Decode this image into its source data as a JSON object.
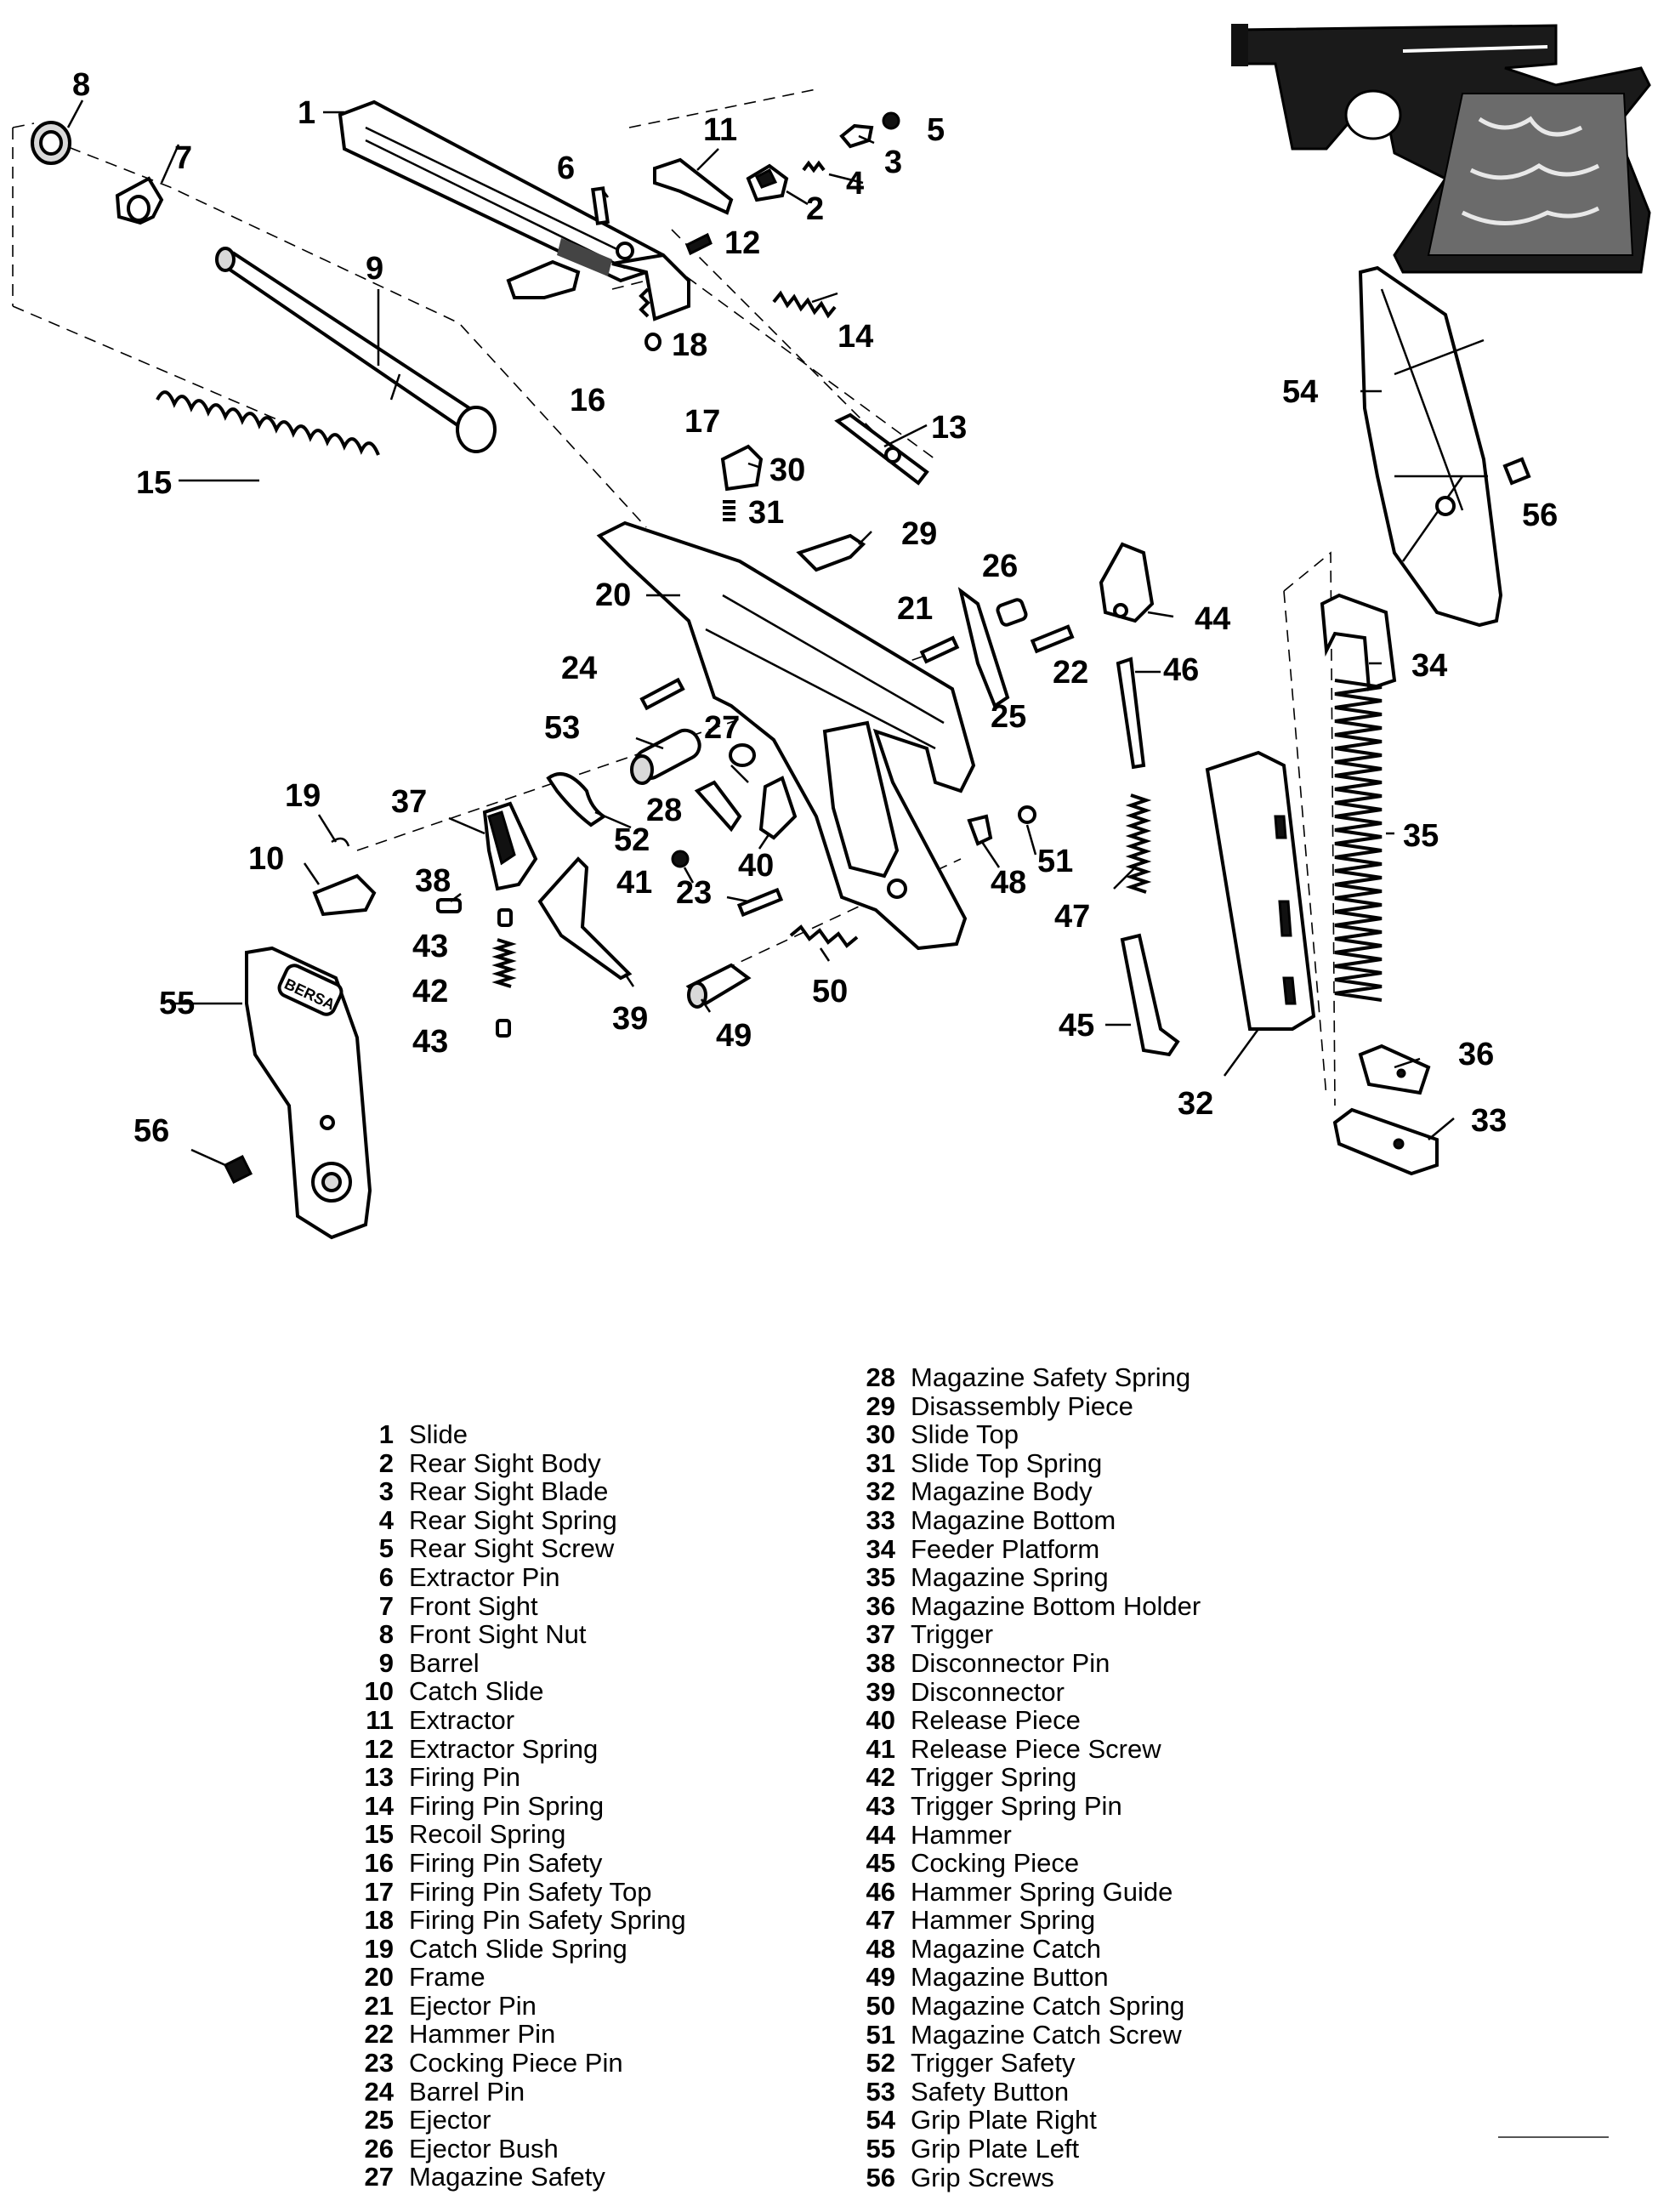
{
  "callouts": [
    "1",
    "2",
    "3",
    "4",
    "5",
    "6",
    "7",
    "8",
    "9",
    "10",
    "11",
    "12",
    "13",
    "14",
    "15",
    "16",
    "17",
    "18",
    "19",
    "20",
    "21",
    "22",
    "23",
    "24",
    "25",
    "26",
    "27",
    "28",
    "29",
    "30",
    "31",
    "32",
    "33",
    "34",
    "35",
    "36",
    "37",
    "38",
    "39",
    "40",
    "41",
    "42",
    "43",
    "43",
    "44",
    "45",
    "46",
    "47",
    "48",
    "49",
    "50",
    "51",
    "52",
    "53",
    "54",
    "55",
    "56",
    "56"
  ],
  "grip_logo": "BERSA",
  "legend": {
    "left": [
      {
        "num": "1",
        "name": "Slide"
      },
      {
        "num": "2",
        "name": "Rear Sight Body"
      },
      {
        "num": "3",
        "name": "Rear Sight Blade"
      },
      {
        "num": "4",
        "name": "Rear Sight Spring"
      },
      {
        "num": "5",
        "name": "Rear Sight Screw"
      },
      {
        "num": "6",
        "name": "Extractor Pin"
      },
      {
        "num": "7",
        "name": "Front Sight"
      },
      {
        "num": "8",
        "name": "Front Sight Nut"
      },
      {
        "num": "9",
        "name": "Barrel"
      },
      {
        "num": "10",
        "name": "Catch Slide"
      },
      {
        "num": "11",
        "name": "Extractor"
      },
      {
        "num": "12",
        "name": "Extractor Spring"
      },
      {
        "num": "13",
        "name": "Firing Pin"
      },
      {
        "num": "14",
        "name": "Firing Pin Spring"
      },
      {
        "num": "15",
        "name": "Recoil Spring"
      },
      {
        "num": "16",
        "name": "Firing Pin Safety"
      },
      {
        "num": "17",
        "name": "Firing Pin Safety Top"
      },
      {
        "num": "18",
        "name": "Firing Pin Safety Spring"
      },
      {
        "num": "19",
        "name": "Catch Slide Spring"
      },
      {
        "num": "20",
        "name": "Frame"
      },
      {
        "num": "21",
        "name": "Ejector Pin"
      },
      {
        "num": "22",
        "name": "Hammer Pin"
      },
      {
        "num": "23",
        "name": "Cocking Piece Pin"
      },
      {
        "num": "24",
        "name": "Barrel Pin"
      },
      {
        "num": "25",
        "name": "Ejector"
      },
      {
        "num": "26",
        "name": "Ejector Bush"
      },
      {
        "num": "27",
        "name": "Magazine Safety"
      }
    ],
    "right": [
      {
        "num": "28",
        "name": "Magazine Safety Spring"
      },
      {
        "num": "29",
        "name": "Disassembly Piece"
      },
      {
        "num": "30",
        "name": "Slide Top"
      },
      {
        "num": "31",
        "name": "Slide Top Spring"
      },
      {
        "num": "32",
        "name": "Magazine Body"
      },
      {
        "num": "33",
        "name": "Magazine Bottom"
      },
      {
        "num": "34",
        "name": "Feeder Platform"
      },
      {
        "num": "35",
        "name": "Magazine Spring"
      },
      {
        "num": "36",
        "name": "Magazine Bottom Holder"
      },
      {
        "num": "37",
        "name": "Trigger"
      },
      {
        "num": "38",
        "name": "Disconnector Pin"
      },
      {
        "num": "39",
        "name": "Disconnector"
      },
      {
        "num": "40",
        "name": "Release Piece"
      },
      {
        "num": "41",
        "name": "Release Piece Screw"
      },
      {
        "num": "42",
        "name": "Trigger Spring"
      },
      {
        "num": "43",
        "name": "Trigger Spring Pin"
      },
      {
        "num": "44",
        "name": "Hammer"
      },
      {
        "num": "45",
        "name": "Cocking Piece"
      },
      {
        "num": "46",
        "name": "Hammer Spring Guide"
      },
      {
        "num": "47",
        "name": "Hammer Spring"
      },
      {
        "num": "48",
        "name": "Magazine Catch"
      },
      {
        "num": "49",
        "name": "Magazine Button"
      },
      {
        "num": "50",
        "name": "Magazine Catch Spring"
      },
      {
        "num": "51",
        "name": "Magazine Catch Screw"
      },
      {
        "num": "52",
        "name": "Trigger Safety"
      },
      {
        "num": "53",
        "name": "Safety Button"
      },
      {
        "num": "54",
        "name": "Grip Plate Right"
      },
      {
        "num": "55",
        "name": "Grip Plate Left"
      },
      {
        "num": "56",
        "name": "Grip Screws"
      }
    ]
  }
}
